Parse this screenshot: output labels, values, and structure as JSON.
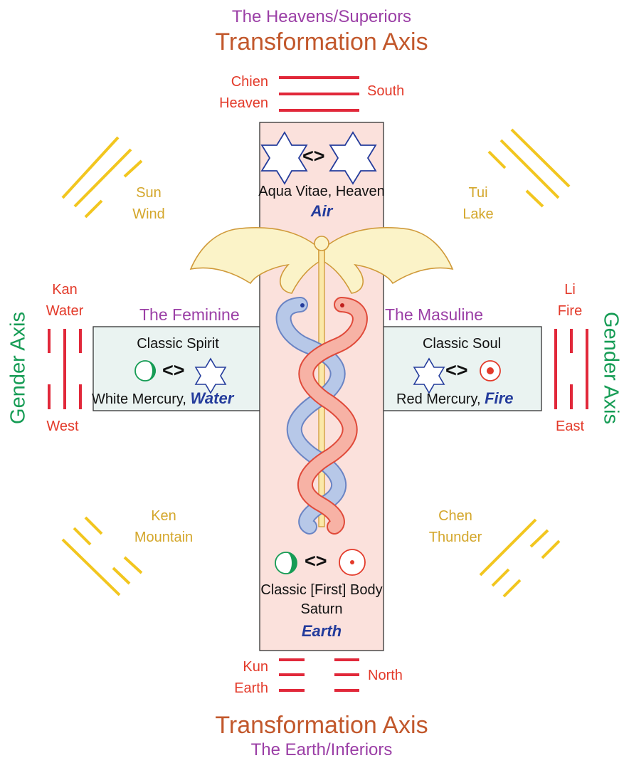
{
  "top": {
    "subtitle": "The Heavens/Superiors",
    "axis": "Transformation Axis"
  },
  "bottom": {
    "axis": "Transformation Axis",
    "subtitle": "The Earth/Inferiors"
  },
  "gender_axis": {
    "left": "Gender Axis",
    "right": "Gender Axis"
  },
  "trigrams": {
    "chien": {
      "name": "Chien",
      "meaning": "Heaven",
      "direction": "South"
    },
    "kun": {
      "name": "Kun",
      "meaning": "Earth",
      "direction": "North"
    },
    "kan": {
      "name": "Kan",
      "meaning": "Water",
      "direction": "West"
    },
    "li": {
      "name": "Li",
      "meaning": "Fire",
      "direction": "East"
    },
    "sun": {
      "name": "Sun",
      "meaning": "Wind"
    },
    "tui": {
      "name": "Tui",
      "meaning": "Lake"
    },
    "ken": {
      "name": "Ken",
      "meaning": "Mountain"
    },
    "chen": {
      "name": "Chen",
      "meaning": "Thunder"
    }
  },
  "vertical": {
    "top_symbol": "<>",
    "top_label": "Aqua Vitae, Heaven",
    "top_element": "Air",
    "bottom_symbol": "<>",
    "bottom_label1": "Classic [First] Body",
    "bottom_label2": "Saturn",
    "bottom_element": "Earth"
  },
  "feminine": {
    "title": "The Feminine",
    "label": "Classic Spirit",
    "symbol": "<>",
    "sub": "White Mercury,",
    "element": "Water"
  },
  "masculine": {
    "title": "The Masuline",
    "label": "Classic Soul",
    "symbol": "<>",
    "sub": "Red Mercury,",
    "element": "Fire"
  },
  "colors": {
    "purple": "#9b3fa6",
    "orange": "#c2582c",
    "green": "#169c55",
    "red": "#e33a2a",
    "gold": "#f2c61f",
    "navy": "#243c9c",
    "pink_box": "#fbe1dc",
    "mint_box": "#eaf3f1",
    "blue_snake": "#b7c8e8",
    "red_snake": "#f7b2a5",
    "wing": "#fbf3c8"
  }
}
